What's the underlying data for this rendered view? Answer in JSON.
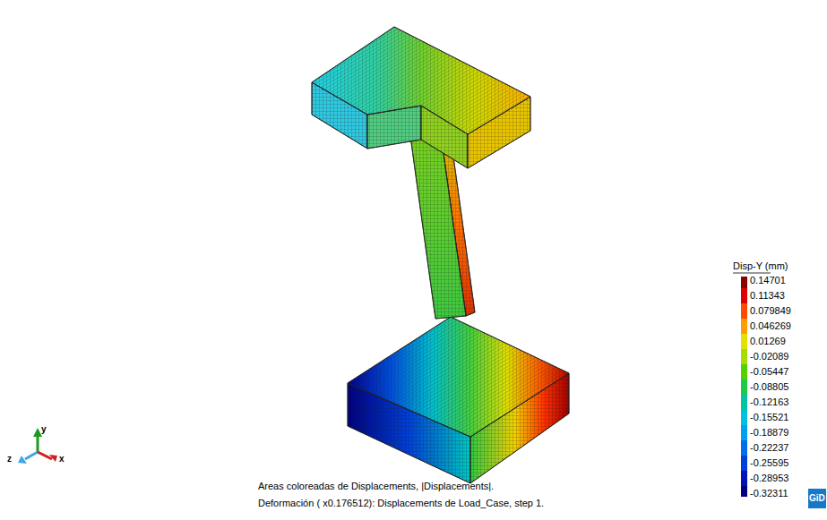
{
  "diagram": {
    "labels": [
      "Disp-Y (mm)",
      "Areas coloreadas de Displacements, |Displacements|.",
      "Deformación ( x0.176512): Displacements de Load_Case, step 1.",
      "y",
      "z",
      "x",
      "GiD"
    ],
    "legend": [
      {
        "text": "0.14701",
        "color": "#8b0000"
      },
      {
        "text": "0.11343",
        "color": "#dc0000"
      },
      {
        "text": "0.079849",
        "color": "#ff4a00"
      },
      {
        "text": "0.046269",
        "color": "#ff9c00"
      },
      {
        "text": "0.01269",
        "color": "#e6e000"
      },
      {
        "text": "-0.02089",
        "color": "#a6dc00"
      },
      {
        "text": "-0.05447",
        "color": "#52d000"
      },
      {
        "text": "-0.08805",
        "color": "#1ec848"
      },
      {
        "text": "-0.12163",
        "color": "#00c4a4"
      },
      {
        "text": "-0.15521",
        "color": "#00c0e0"
      },
      {
        "text": "-0.18879",
        "color": "#00a0f0"
      },
      {
        "text": "-0.22237",
        "color": "#0070ee"
      },
      {
        "text": "-0.25595",
        "color": "#0040dc"
      },
      {
        "text": "-0.28953",
        "color": "#0012b8"
      },
      {
        "text": "-0.32311",
        "color": "#000080"
      }
    ]
  }
}
